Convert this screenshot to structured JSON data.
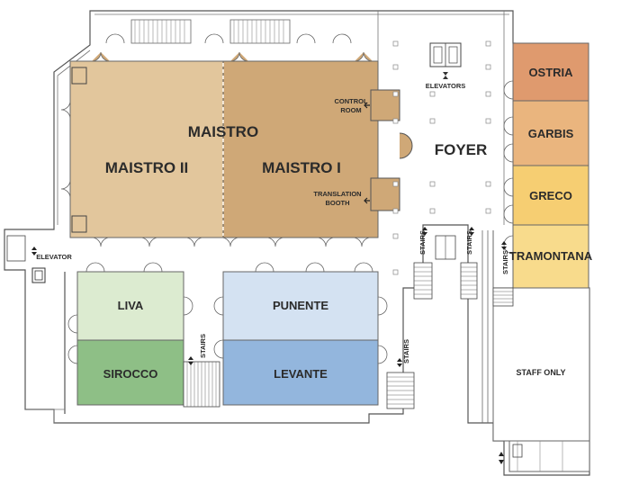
{
  "rooms": {
    "maistro": "MAISTRO",
    "maistro_ii": "MAISTRO II",
    "maistro_i": "MAISTRO I",
    "foyer": "FOYER",
    "ostria": "OSTRIA",
    "garbis": "GARBIS",
    "greco": "GRECO",
    "tramontana": "TRAMONTANA",
    "liva": "LIVA",
    "sirocco": "SIROCCO",
    "punente": "PUNENTE",
    "levante": "LEVANTE",
    "staff_only": "STAFF ONLY"
  },
  "labels": {
    "elevators": "ELEVATORS",
    "elevator": "ELEVATOR",
    "control_room_1": "CONTROL",
    "control_room_2": "ROOM",
    "translation_booth_1": "TRANSLATION",
    "translation_booth_2": "BOOTH",
    "stairs": "STAIRS"
  },
  "colors": {
    "maistro_ii": "#e2c69c",
    "maistro_i": "#cfa877",
    "ostria": "#df9a6e",
    "garbis": "#eab57e",
    "greco": "#f6ce72",
    "tramontana": "#f8db8c",
    "liva": "#dcebd0",
    "sirocco": "#8ebf86",
    "punente": "#d4e2f2",
    "levante": "#93b6dd"
  }
}
